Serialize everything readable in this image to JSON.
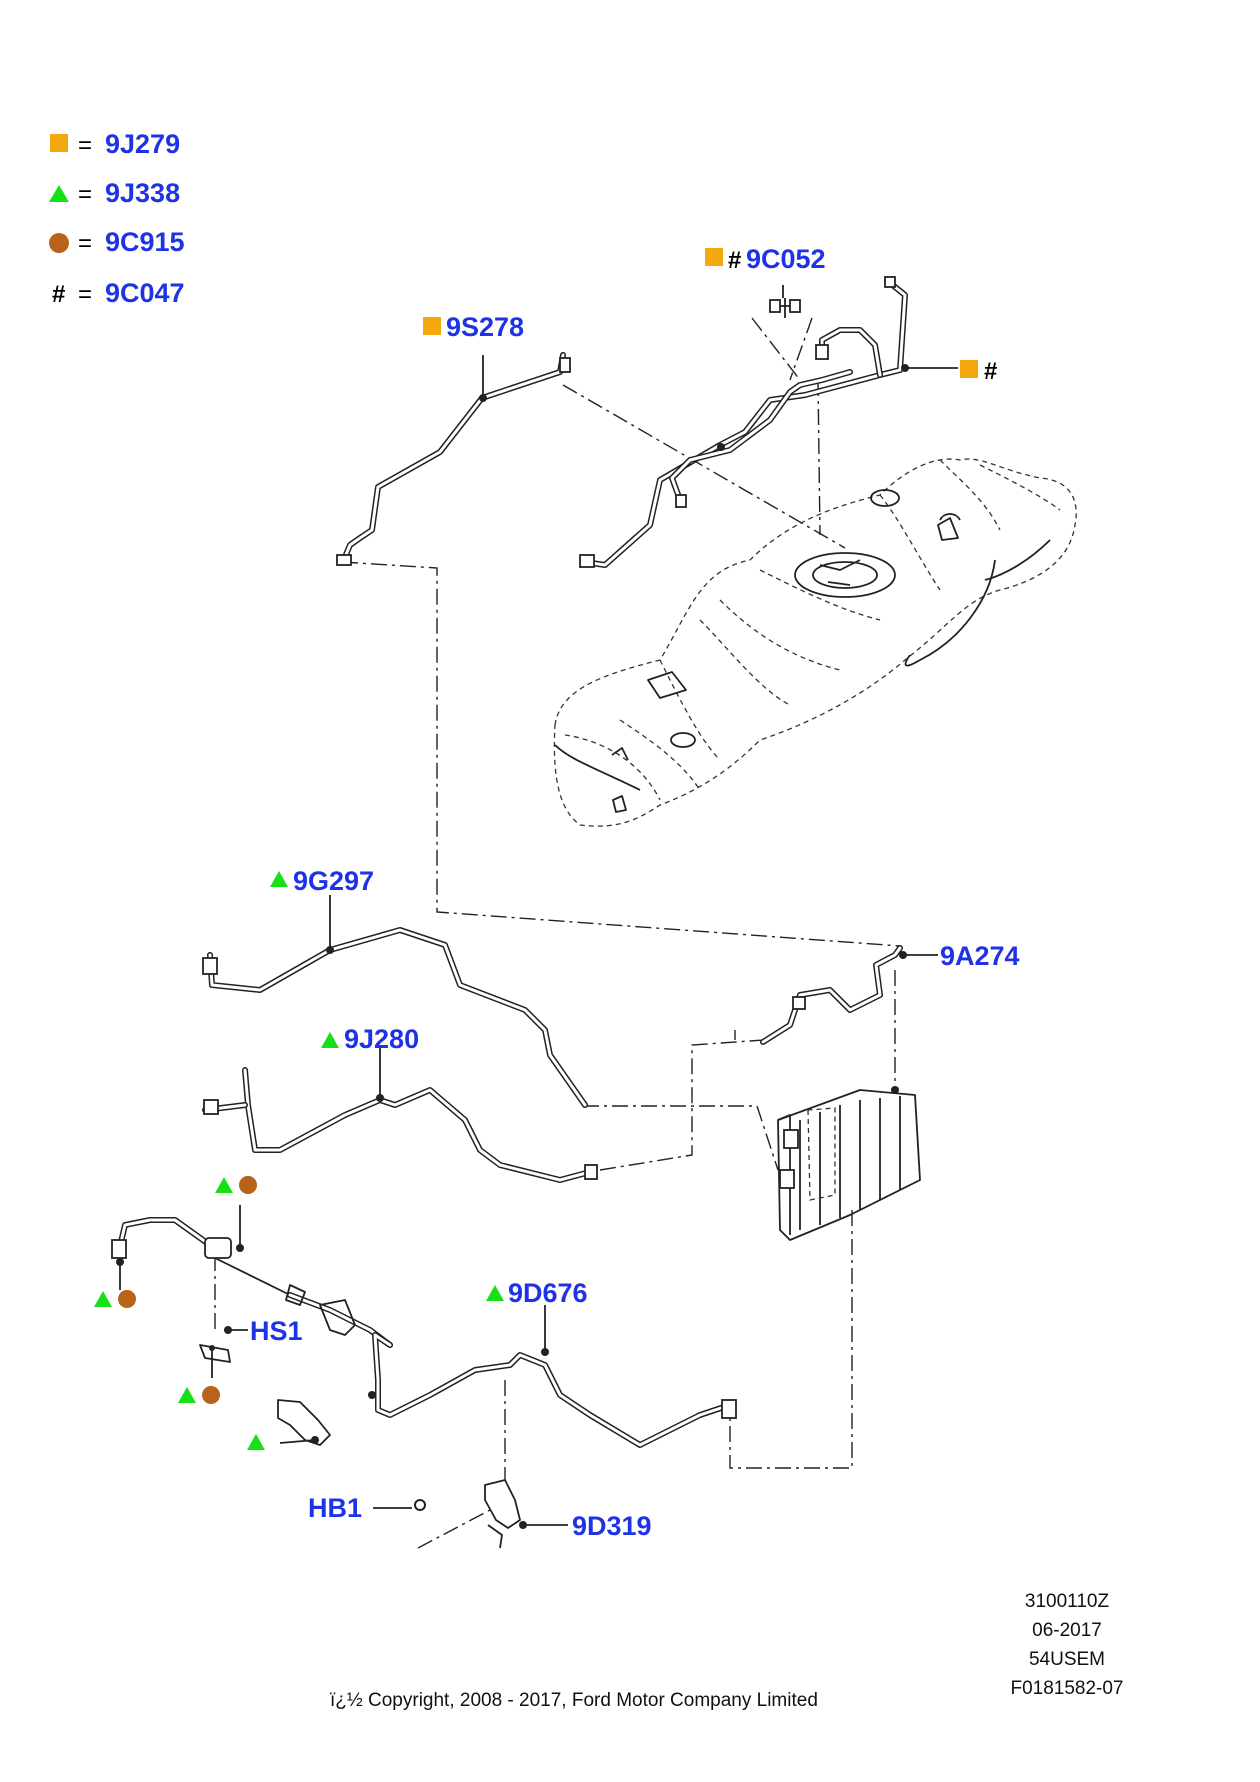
{
  "legend": [
    {
      "symbol": "square",
      "color": "#f5a80d",
      "eq": "=",
      "code": "9J279"
    },
    {
      "symbol": "triangle",
      "color": "#17e017",
      "eq": "=",
      "code": "9J338"
    },
    {
      "symbol": "circle",
      "color": "#b8631a",
      "eq": "=",
      "code": "9C915"
    },
    {
      "symbol": "#",
      "color": "#000000",
      "eq": "=",
      "code": "9C047"
    }
  ],
  "callouts": {
    "c9C052": "9C052",
    "c9S278": "9S278",
    "c9G297": "9G297",
    "c9A274": "9A274",
    "c9J280": "9J280",
    "c9D676": "9D676",
    "cHS1": "HS1",
    "cHB1": "HB1",
    "c9D319": "9D319"
  },
  "hash_symbol": "#",
  "footer": {
    "ref1": "3100110Z",
    "ref2": "06-2017",
    "ref3": "54USEM",
    "ref4": "F0181582-07",
    "copyright": "ï¿½ Copyright, 2008 - 2017, Ford Motor Company Limited"
  },
  "colors": {
    "callout": "#1f33e6",
    "square": "#f5a80d",
    "triangle": "#17e017",
    "circle": "#b8631a"
  }
}
